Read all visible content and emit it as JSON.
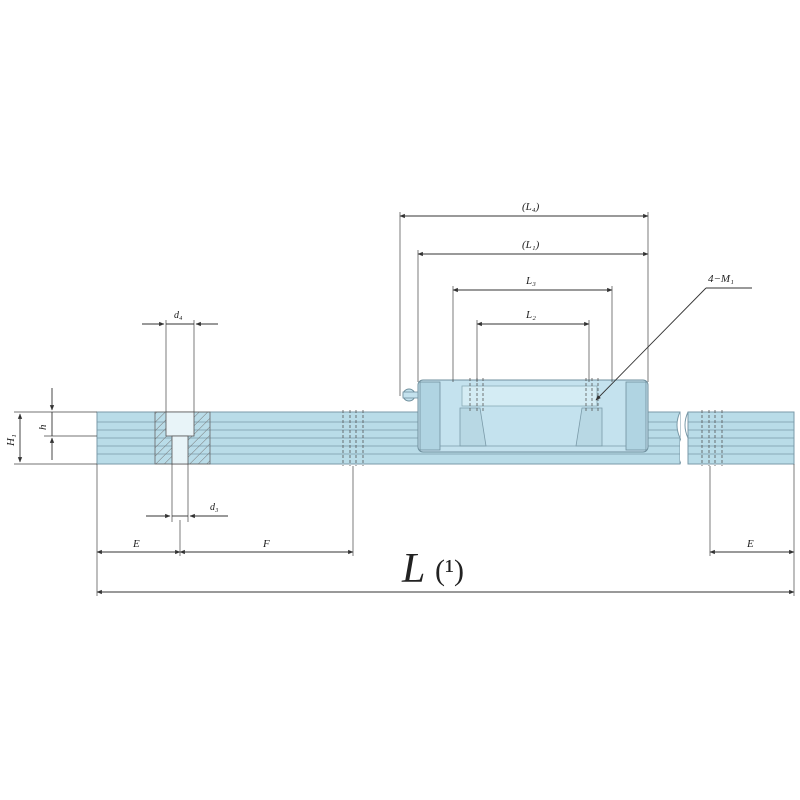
{
  "labels": {
    "L4": "(L₄)",
    "L1": "(L₁)",
    "L3": "L₃",
    "L2": "L₂",
    "M1": "4−M₁",
    "d4": "d₄",
    "d3": "d₃",
    "H1": "H₁",
    "h": "h",
    "E_left": "E",
    "F": "F",
    "E_right": "E",
    "L_main": "L",
    "L_note": "(¹)"
  },
  "colors": {
    "rail_fill": "#b9dce8",
    "block_fill": "#c4e2ee",
    "outline": "#6f8f9d"
  }
}
